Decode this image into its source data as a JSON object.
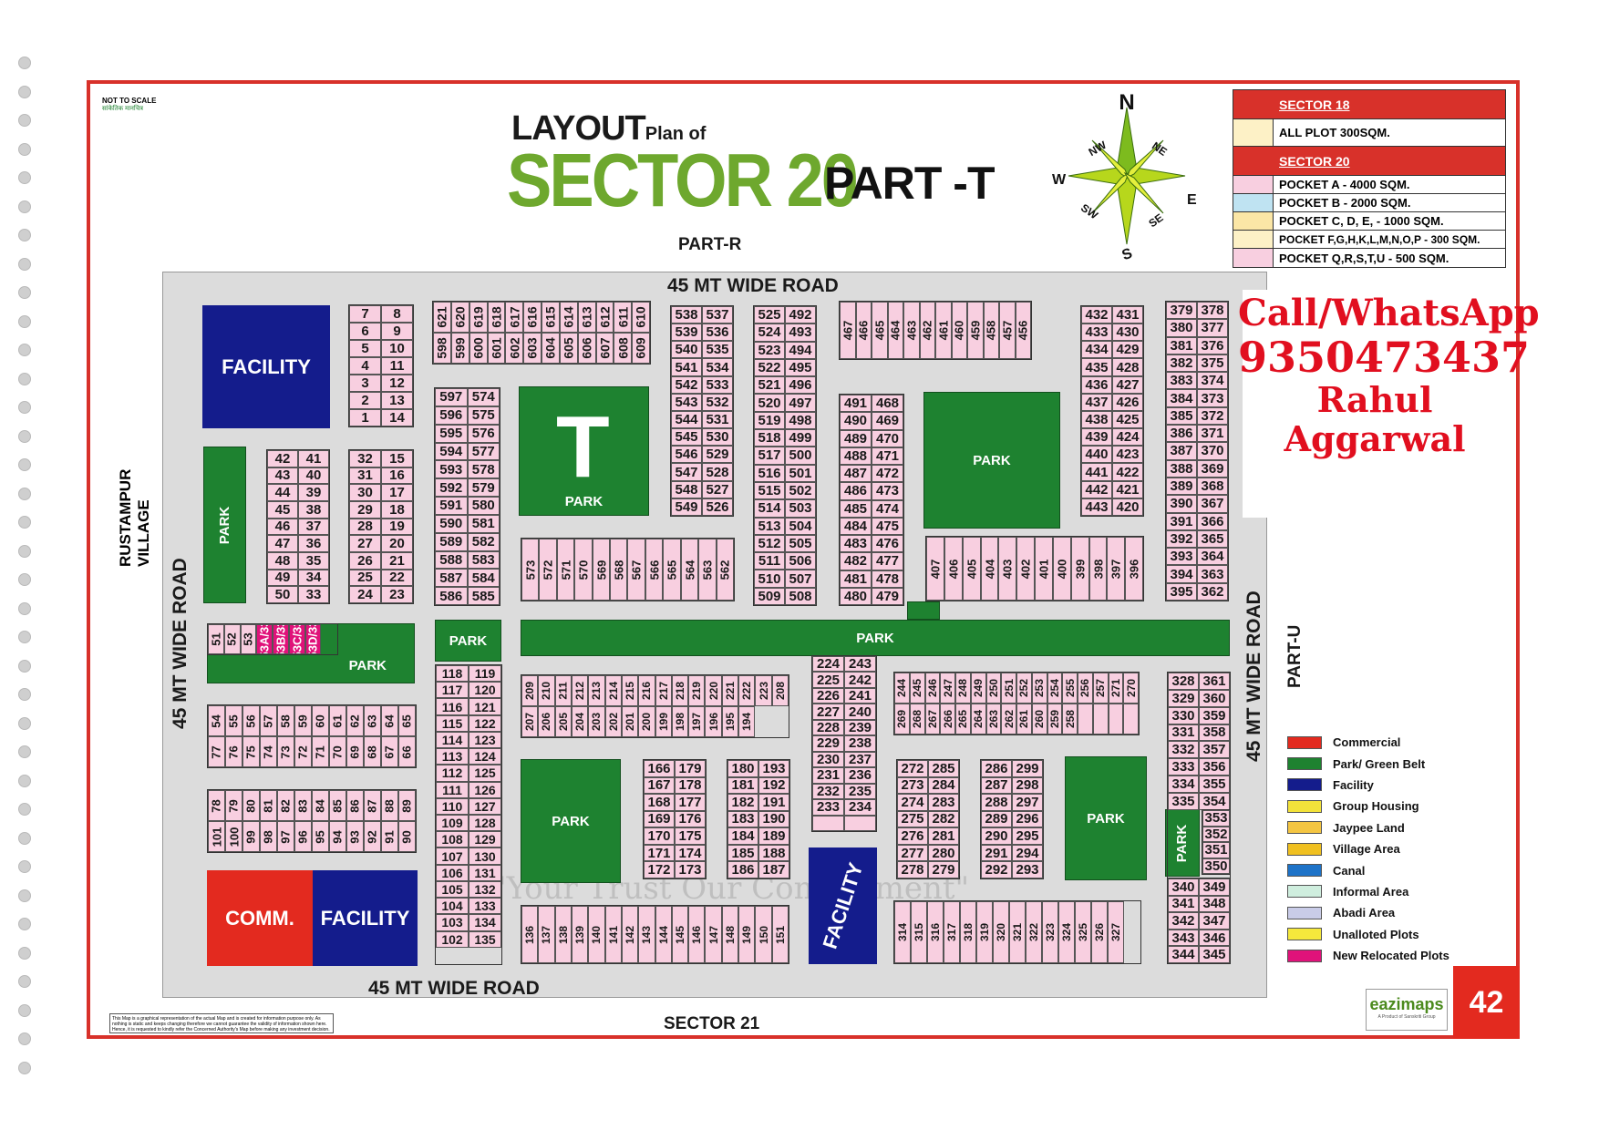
{
  "map": {
    "title_line1": "LAYOUT",
    "title_line1b": "Plan of",
    "title_line2": "SECTOR 20",
    "title_part": "PART -T",
    "scale_note": "NOT TO SCALE",
    "scale_note_hindi": "सांकेतिक मानचित्र",
    "disclaimer": "This Map is a graphical representation of the actual Map and is created for information purpose only. As nothing is static and keeps changing therefore we cannot guarantee the validity of information shown here. Hence, it is requested to kindly refer the Concerned Authority's Map before making any investment decision.",
    "watermark": "\"Your Trust Our Commitment\"",
    "page_number": "42",
    "brand": "eazimaps",
    "brand_tagline": "A Product of Sanskriti Group"
  },
  "compass": {
    "n": "N",
    "s": "S",
    "e": "E",
    "w": "W",
    "ne": "NE",
    "nw": "NW",
    "se": "SE",
    "sw": "SW"
  },
  "roads": {
    "top": "45 MT WIDE ROAD",
    "bottom": "45 MT WIDE ROAD",
    "left": "45 MT WIDE ROAD",
    "right": "45 MT WIDE ROAD"
  },
  "neighbors": {
    "north": "PART-R",
    "south": "SECTOR 21",
    "east": "PART-U",
    "west": "RUSTAMPUR VILLAGE"
  },
  "legend_table": {
    "s18_head": "SECTOR 18",
    "s18_plot": "ALL PLOT  300SQM.",
    "s20_head": "SECTOR 20",
    "pocket_a": "POCKET A   - 4000 SQM.",
    "pocket_b": "POCKET B   - 2000 SQM.",
    "pocket_cde": "POCKET C, D, E, - 1000 SQM.",
    "pocket_f": "POCKET  F,G,H,K,L,M,N,O,P  - 300 SQM.",
    "pocket_q": "POCKET Q,R,S,T,U  - 500 SQM."
  },
  "contact": {
    "line1": "Call/WhatsApp",
    "phone": "9350473437",
    "name": "Rahul Aggarwal"
  },
  "color_key": [
    {
      "label": "Commercial",
      "color": "#e32a1f"
    },
    {
      "label": "Park/ Green Belt",
      "color": "#1e8230"
    },
    {
      "label": "Facility",
      "color": "#141c8c"
    },
    {
      "label": "Group Housing",
      "color": "#f3e23a"
    },
    {
      "label": "Jaypee Land",
      "color": "#f4c542"
    },
    {
      "label": "Village Area",
      "color": "#f0c020"
    },
    {
      "label": "Canal",
      "color": "#1e73c8"
    },
    {
      "label": "Informal Area",
      "color": "#cfeede"
    },
    {
      "label": "Abadi Area",
      "color": "#c9cce8"
    },
    {
      "label": "Unalloted Plots",
      "color": "#f5e83c"
    },
    {
      "label": "New Relocated Plots",
      "color": "#e0127a"
    }
  ],
  "labels": {
    "park": "PARK",
    "facility": "FACILITY",
    "comm": "COMM.",
    "t_pocket": "T"
  }
}
